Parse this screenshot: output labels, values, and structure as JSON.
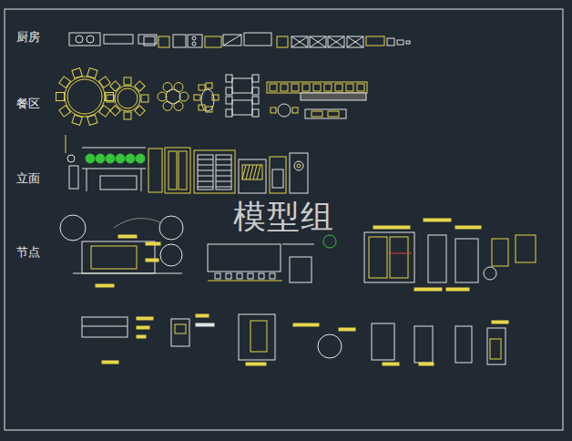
{
  "diagram": {
    "labels": [
      "厨房",
      "餐区",
      "立面",
      "节点",
      "模型组"
    ]
  }
}
